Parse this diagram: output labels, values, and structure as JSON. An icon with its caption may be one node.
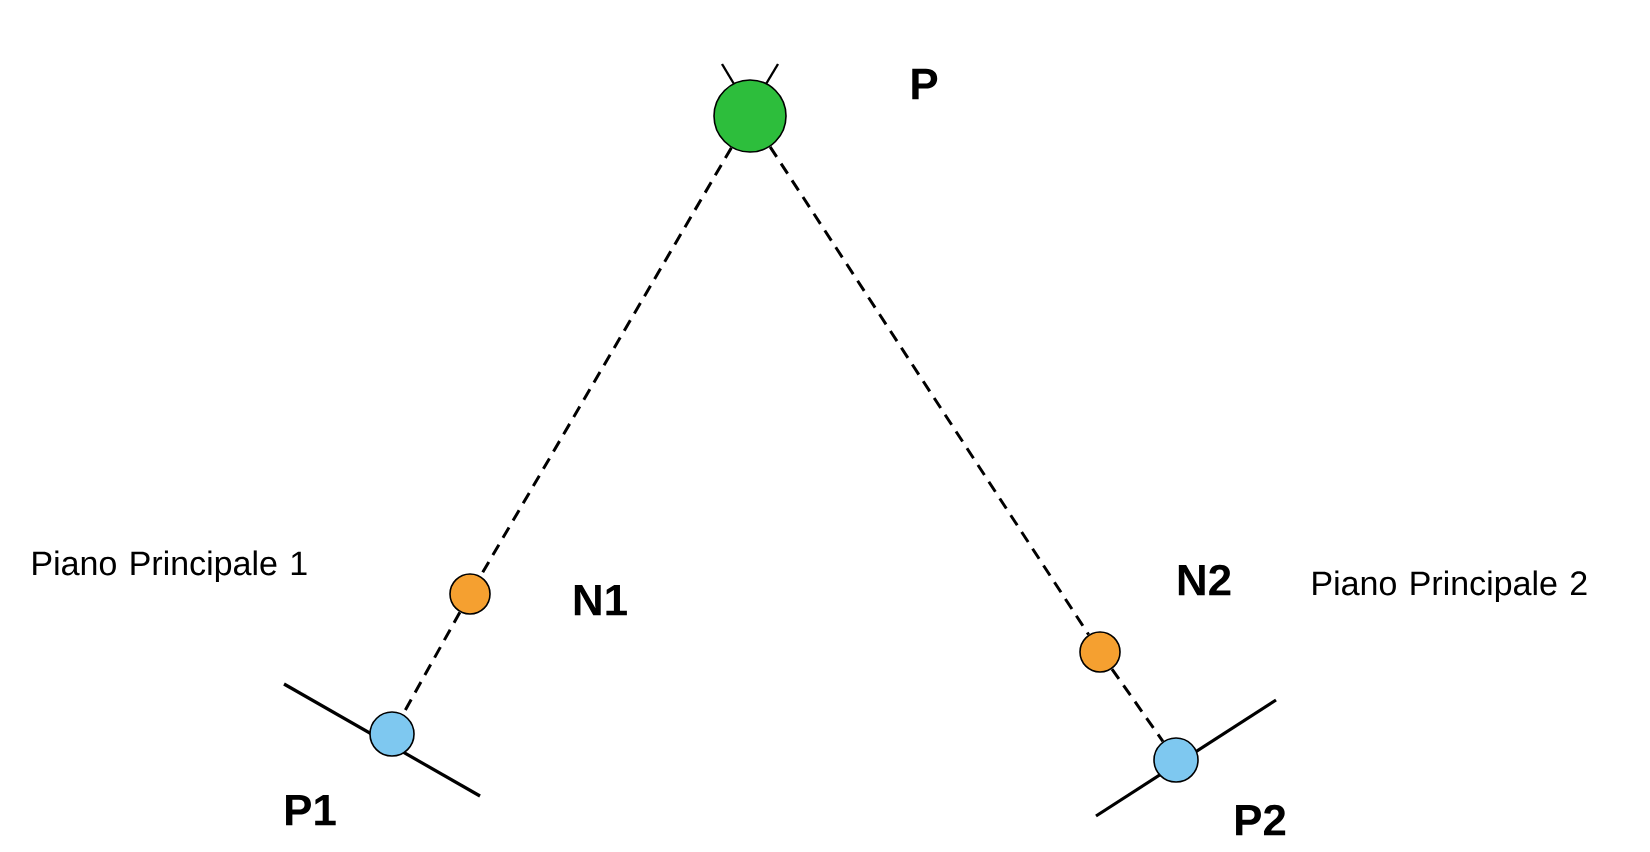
{
  "diagram": {
    "nodes": [
      {
        "text": [],
        "shape": "circle",
        "beside": [
          "P"
        ]
      },
      {
        "text": [],
        "shape": "circle",
        "beside": [
          "N1"
        ]
      },
      {
        "text": [],
        "shape": "circle",
        "beside": [
          "P1"
        ]
      },
      {
        "text": [],
        "shape": "circle",
        "beside": [
          "N2"
        ]
      },
      {
        "text": [],
        "shape": "circle",
        "beside": [
          "P2"
        ]
      }
    ],
    "edges": [
      {
        "from": 0,
        "to": 1,
        "arrow": "none",
        "style": "dashed"
      },
      {
        "from": 1,
        "to": 2,
        "arrow": "none",
        "style": "dashed"
      },
      {
        "from": 0,
        "to": 3,
        "arrow": "none",
        "style": "dashed"
      },
      {
        "from": 3,
        "to": 4,
        "arrow": "none",
        "style": "dashed"
      }
    ],
    "labels": [
      "Piano Principale 1",
      "Piano Principale 2"
    ]
  }
}
